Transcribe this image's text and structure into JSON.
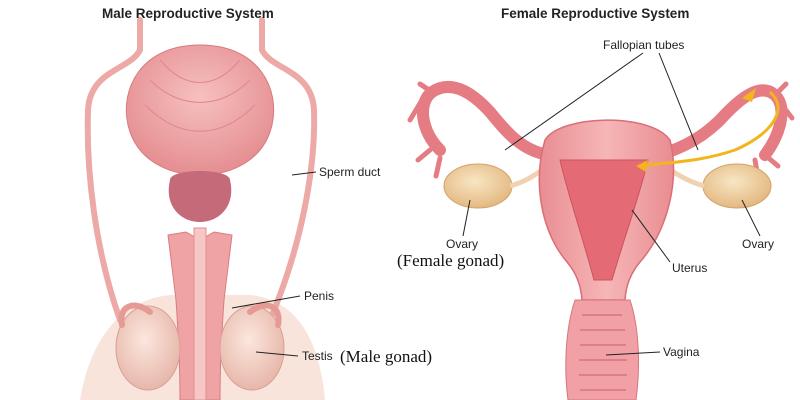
{
  "male": {
    "title": "Male Reproductive System",
    "labels": {
      "sperm_duct": "Sperm duct",
      "penis": "Penis",
      "testis": "Testis"
    },
    "note": "(Male gonad)"
  },
  "female": {
    "title": "Female Reproductive System",
    "labels": {
      "fallopian_tubes": "Fallopian tubes",
      "ovary_left": "Ovary",
      "ovary_right": "Ovary",
      "uterus": "Uterus",
      "vagina": "Vagina"
    },
    "note": "(Female gonad)"
  },
  "colors": {
    "tissue": "#f1a4a6",
    "tissue_dark": "#d9646d",
    "tissue_light": "#f8cfd0",
    "bladder": "#f2a7a8",
    "prostate": "#c8727f",
    "skin": "#f7dcd2",
    "ovary": "#f0d3a4",
    "arrow": "#f3b51d"
  }
}
